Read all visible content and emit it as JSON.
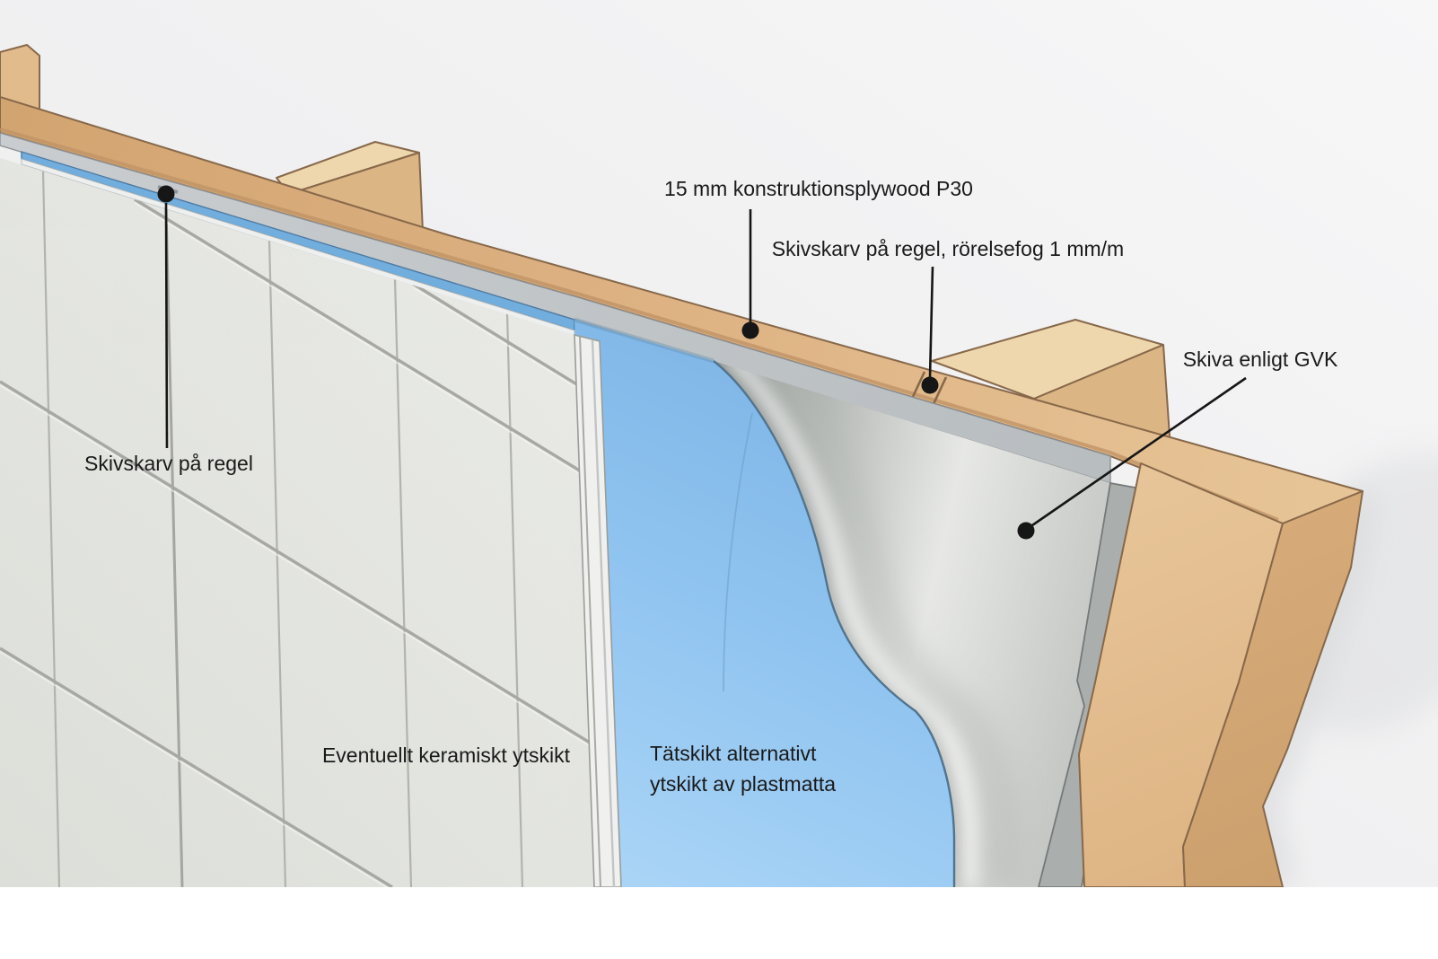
{
  "diagram": {
    "type": "construction-detail-illustration",
    "language": "sv",
    "subject": "Wall layer build-up for wet room (GVK)",
    "annotations": {
      "plywood": {
        "text": "15 mm konstruktionsplywood P30"
      },
      "joint_top": {
        "text": "Skivskarv på regel, rörelsefog 1 mm/m"
      },
      "gvk_board": {
        "text": "Skiva enligt GVK"
      },
      "joint_left": {
        "text": "Skivskarv på regel"
      },
      "ceramic": {
        "text": "Eventuellt keramiskt ytskikt"
      },
      "membrane_line1": {
        "text": "Tätskikt alternativt"
      },
      "membrane_line2": {
        "text": "ytskikt av plastmatta"
      }
    },
    "colors": {
      "background": "#f0f1f2",
      "floor": "#ffffff",
      "wood": "#ddb586",
      "wood_outline": "#87684a",
      "tile": "#e6e7e2",
      "grout": "#aeafab",
      "membrane_blue": "#8fc2ee",
      "membrane_strip_blue": "#72aedd",
      "board_gray": "#cdd0cd",
      "annotation": "#161616"
    }
  }
}
